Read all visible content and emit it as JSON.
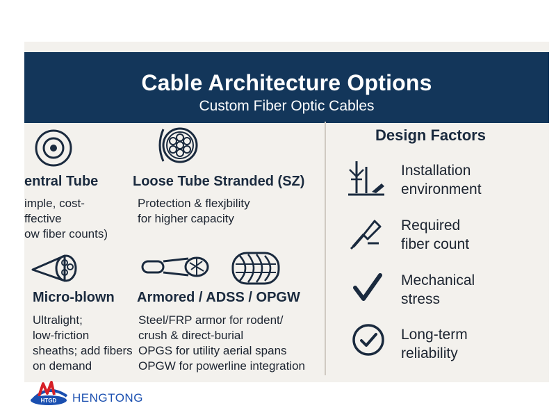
{
  "header": {
    "title": "Cable Architecture Options",
    "subtitle": "Custom Fiber Optic Cables"
  },
  "options": [
    {
      "icon": "central-tube-icon",
      "title": "entral Tube",
      "desc": "imple, cost-\nffective\now fiber counts)"
    },
    {
      "icon": "loose-tube-icon",
      "title": "Loose Tube Stranded (SZ)",
      "desc": "Protection & flexjbility\nfor higher capacity"
    },
    {
      "icon": "micro-blown-icon",
      "title": "Micro-blown",
      "desc": "Ultralight;\nlow-friction\nsheaths; add fibers\non demand"
    },
    {
      "icon": "armored-cable-icon",
      "title": "Armored / ADSS / OPGW",
      "desc": "Steel/FRP armor for rodent/\ncrush & direct-burial\nOPGS for utility aerial spans\nOPGW for powerline integration"
    }
  ],
  "design_factors": {
    "title": "Design Factors",
    "items": [
      {
        "icon": "installation-icon",
        "label": "Installation\nenvironment"
      },
      {
        "icon": "fiber-connector-icon",
        "label": "Required\nfiber count"
      },
      {
        "icon": "checkmark-icon",
        "label": "Mechanical\nstress"
      },
      {
        "icon": "check-circle-icon",
        "label": "Long-term\nreliability"
      }
    ]
  },
  "brand": {
    "name": "HENGTONG",
    "mark": "HTGD"
  },
  "colors": {
    "banner": "#13365a",
    "card": "#f3f1ed",
    "text": "#1c2430",
    "brand_blue": "#1a4fb0",
    "brand_red": "#d62027"
  }
}
